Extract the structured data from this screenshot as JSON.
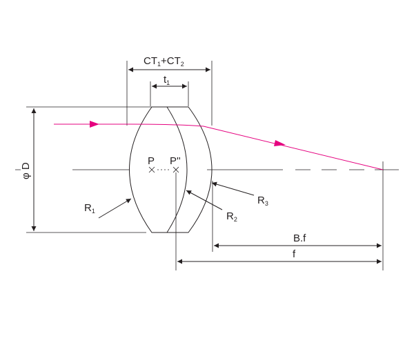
{
  "labels": {
    "ct_total": {
      "main1": "CT",
      "sub1": "1",
      "plus": "+CT",
      "sub2": "2"
    },
    "t1": {
      "main": "t",
      "sub": "1"
    },
    "diameter": "φ D",
    "p": "P",
    "p_double": "P''",
    "r1": {
      "main": "R",
      "sub": "1"
    },
    "r2": {
      "main": "R",
      "sub": "2"
    },
    "r3": {
      "main": "R",
      "sub": "3"
    },
    "back_focal": "B.f",
    "focal": "f"
  },
  "colors": {
    "line": "#231f20",
    "ray": "#e5007f"
  }
}
